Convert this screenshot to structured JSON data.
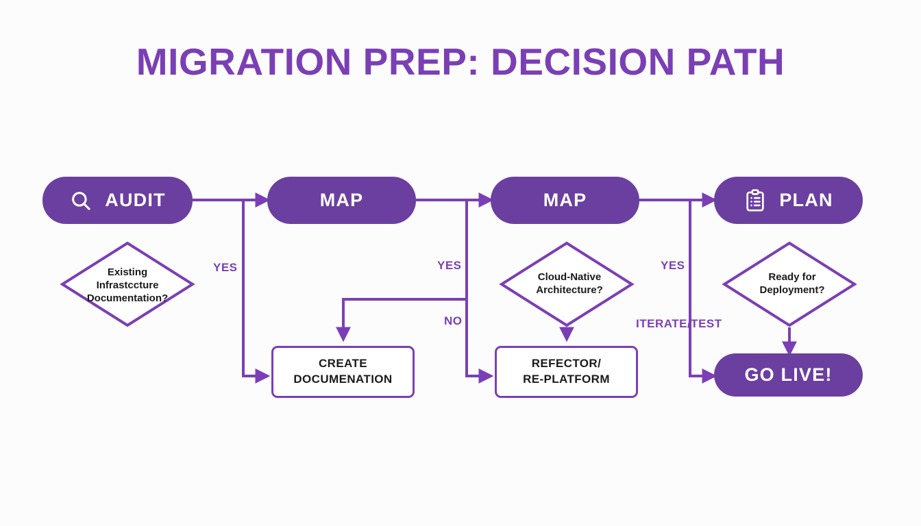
{
  "title": "MIGRATION PREP: DECISION PATH",
  "theme": {
    "background": "#fcfcfc",
    "node_fill": "#6B3FA0",
    "node_text": "#ffffff",
    "stroke": "#7B3FB5",
    "title_color": "#7B3FB5",
    "box_text": "#1a1a1a"
  },
  "nodes": {
    "audit": {
      "label": "AUDIT",
      "icon": "search-icon"
    },
    "map1": {
      "label": "MAP",
      "icon": "none"
    },
    "map2": {
      "label": "MAP",
      "icon": "none"
    },
    "plan": {
      "label": "PLAN",
      "icon": "clipboard-checklist-icon"
    },
    "go_live": {
      "label": "GO LIVE!",
      "icon": "none"
    },
    "create_doc": {
      "label": "CREATE\nDOCUMENATION"
    },
    "refactor": {
      "label": "REFECTOR/\nRE-PLATFORM"
    }
  },
  "decisions": {
    "infra_doc": {
      "label": "Existing\nInfrastccture\nDocumentation?"
    },
    "cloud_native": {
      "label": "Cloud-Native\nArchitecture?"
    },
    "ready_deploy": {
      "label": "Ready for\nDeployment?"
    }
  },
  "edge_labels": {
    "yes_1": "YES",
    "yes_2": "YES",
    "no_1": "NO",
    "yes_3": "YES",
    "iterate_test": "ITERATE/TEST"
  }
}
